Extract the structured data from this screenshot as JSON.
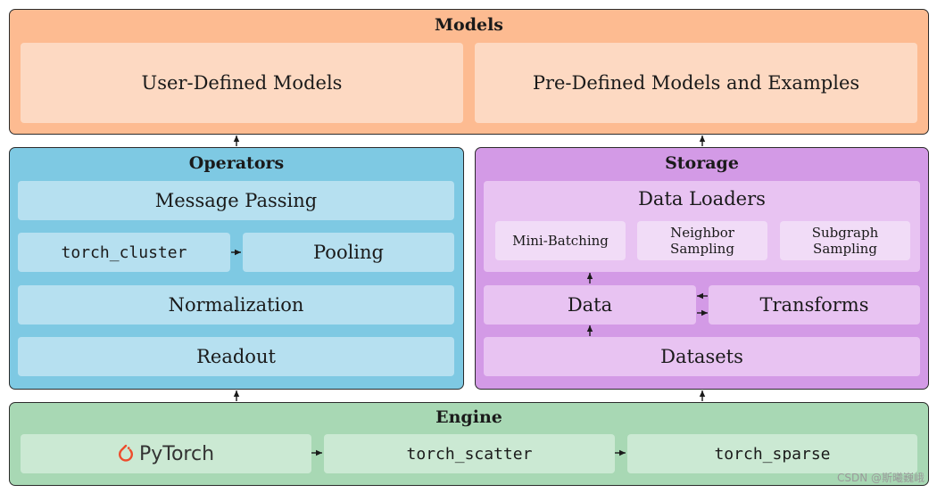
{
  "models": {
    "title": "Models",
    "user_defined": "User-Defined Models",
    "pre_defined": "Pre-Defined Models and Examples"
  },
  "operators": {
    "title": "Operators",
    "message_passing": "Message Passing",
    "torch_cluster": "torch_cluster",
    "pooling": "Pooling",
    "normalization": "Normalization",
    "readout": "Readout"
  },
  "storage": {
    "title": "Storage",
    "data_loaders": "Data Loaders",
    "mini_batching": "Mini-Batching",
    "neighbor_sampling": "Neighbor Sampling",
    "subgraph_sampling": "Subgraph Sampling",
    "data": "Data",
    "transforms": "Transforms",
    "datasets": "Datasets"
  },
  "engine": {
    "title": "Engine",
    "pytorch": "PyTorch",
    "torch_scatter": "torch_scatter",
    "torch_sparse": "torch_sparse"
  },
  "icons": {
    "pytorch_logo": "pytorch-flame-icon",
    "logo_color": "#ee4c2c"
  },
  "colors": {
    "models": "#fdbb91",
    "operators": "#7ec9e3",
    "storage": "#d39ae6",
    "engine": "#a8d8b4"
  },
  "watermark": "CSDN @斯曦巍峨"
}
